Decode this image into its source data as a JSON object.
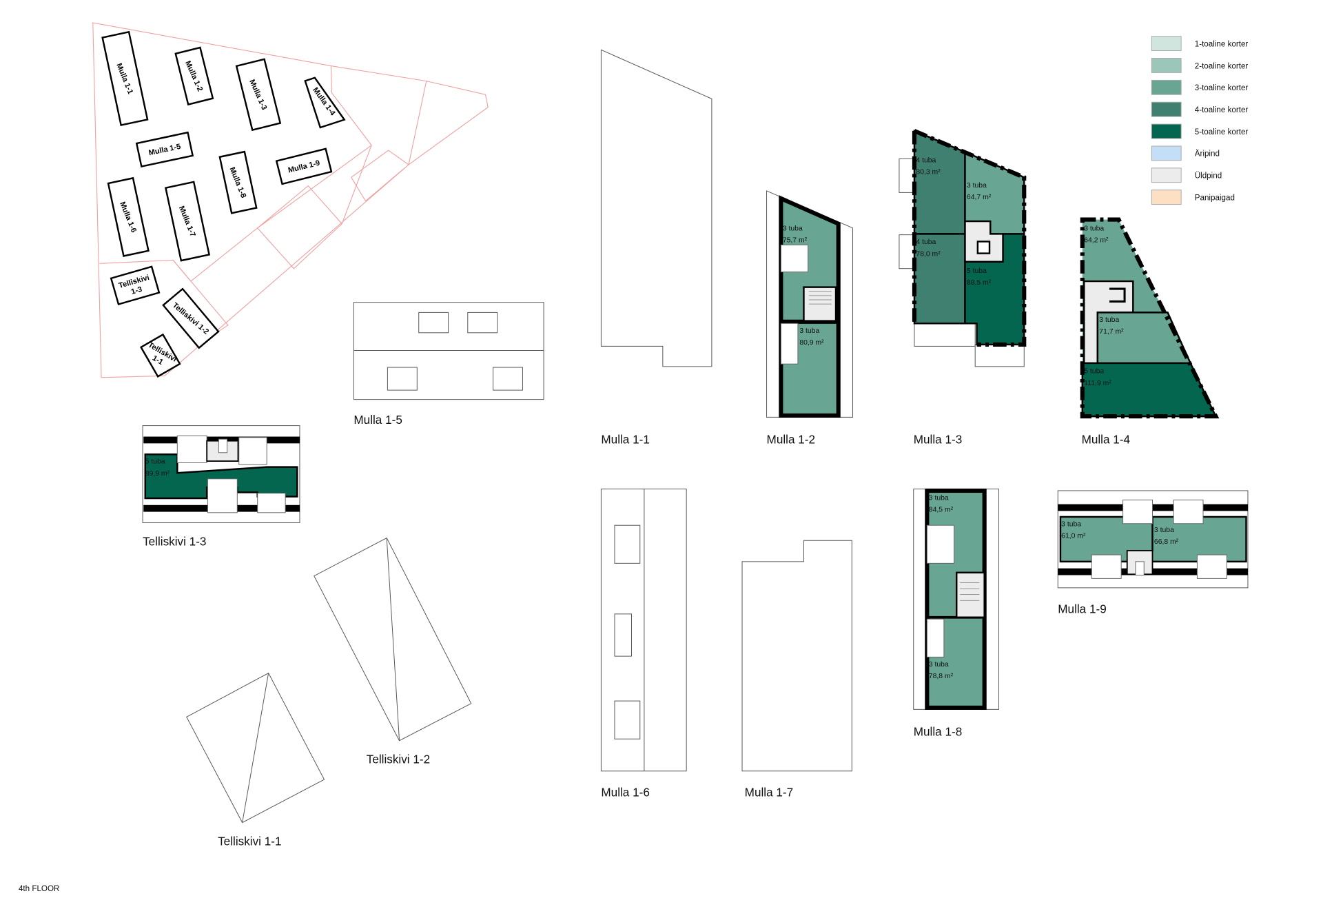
{
  "floor_label": "4th FLOOR",
  "colors": {
    "room1": "#cfe5dd",
    "room2": "#9cc6b9",
    "room3": "#68a593",
    "room4": "#3f8070",
    "room5": "#056650",
    "commercial": "#c5def7",
    "common": "#ececec",
    "storage": "#fde0c4",
    "site_outline": "#f0a0a0"
  },
  "legend": [
    {
      "label": "1-toaline korter",
      "color": "#cfe5dd"
    },
    {
      "label": "2-toaline korter",
      "color": "#9cc6b9"
    },
    {
      "label": "3-toaline korter",
      "color": "#68a593"
    },
    {
      "label": "4-toaline korter",
      "color": "#3f8070"
    },
    {
      "label": "5-toaline korter",
      "color": "#056650"
    },
    {
      "label": "Äripind",
      "color": "#c5def7"
    },
    {
      "label": "Üldpind",
      "color": "#ececec"
    },
    {
      "label": "Panipaigad",
      "color": "#fde0c4"
    }
  ],
  "site_buildings": [
    "Mulla 1-1",
    "Mulla 1-2",
    "Mulla 1-3",
    "Mulla 1-4",
    "Mulla 1-5",
    "Mulla 1-6",
    "Mulla 1-7",
    "Mulla 1-8",
    "Mulla 1-9",
    "Telliskivi 1-3",
    "Telliskivi 1-2",
    "Telliskivi 1-1"
  ],
  "site_buildings_wrapped": {
    "t13": [
      "Telliskivi",
      "1-3"
    ],
    "t11": [
      "Telliskivi",
      "1-1"
    ]
  },
  "plans": {
    "mulla_1_1": {
      "label": "Mulla 1-1"
    },
    "mulla_1_2": {
      "label": "Mulla 1-2",
      "units": [
        {
          "rooms": "3 tuba",
          "area": "75,7 m²"
        },
        {
          "rooms": "3 tuba",
          "area": "80,9 m²"
        }
      ]
    },
    "mulla_1_3": {
      "label": "Mulla 1-3",
      "units": [
        {
          "rooms": "4 tuba",
          "area": "80,3 m²"
        },
        {
          "rooms": "3 tuba",
          "area": "64,7 m²"
        },
        {
          "rooms": "4 tuba",
          "area": "78,0 m²"
        },
        {
          "rooms": "5 tuba",
          "area": "88,5 m²"
        }
      ]
    },
    "mulla_1_4": {
      "label": "Mulla 1-4",
      "units": [
        {
          "rooms": "3 tuba",
          "area": "64,2 m²"
        },
        {
          "rooms": "3 tuba",
          "area": "71,7 m²"
        },
        {
          "rooms": "5 tuba",
          "area": "111,9 m²"
        }
      ]
    },
    "mulla_1_5": {
      "label": "Mulla 1-5"
    },
    "mulla_1_6": {
      "label": "Mulla 1-6"
    },
    "mulla_1_7": {
      "label": "Mulla 1-7"
    },
    "mulla_1_8": {
      "label": "Mulla 1-8",
      "units": [
        {
          "rooms": "3 tuba",
          "area": "84,5 m²"
        },
        {
          "rooms": "3 tuba",
          "area": "78,8 m²"
        }
      ]
    },
    "mulla_1_9": {
      "label": "Mulla 1-9",
      "units": [
        {
          "rooms": "3 tuba",
          "area": "61,0 m²"
        },
        {
          "rooms": "3 tuba",
          "area": "66,8 m²"
        }
      ]
    },
    "telliskivi_1_1": {
      "label": "Telliskivi 1-1"
    },
    "telliskivi_1_2": {
      "label": "Telliskivi 1-2"
    },
    "telliskivi_1_3": {
      "label": "Telliskivi 1-3",
      "units": [
        {
          "rooms": "5 tuba",
          "area": "89,9 m²"
        }
      ]
    }
  }
}
